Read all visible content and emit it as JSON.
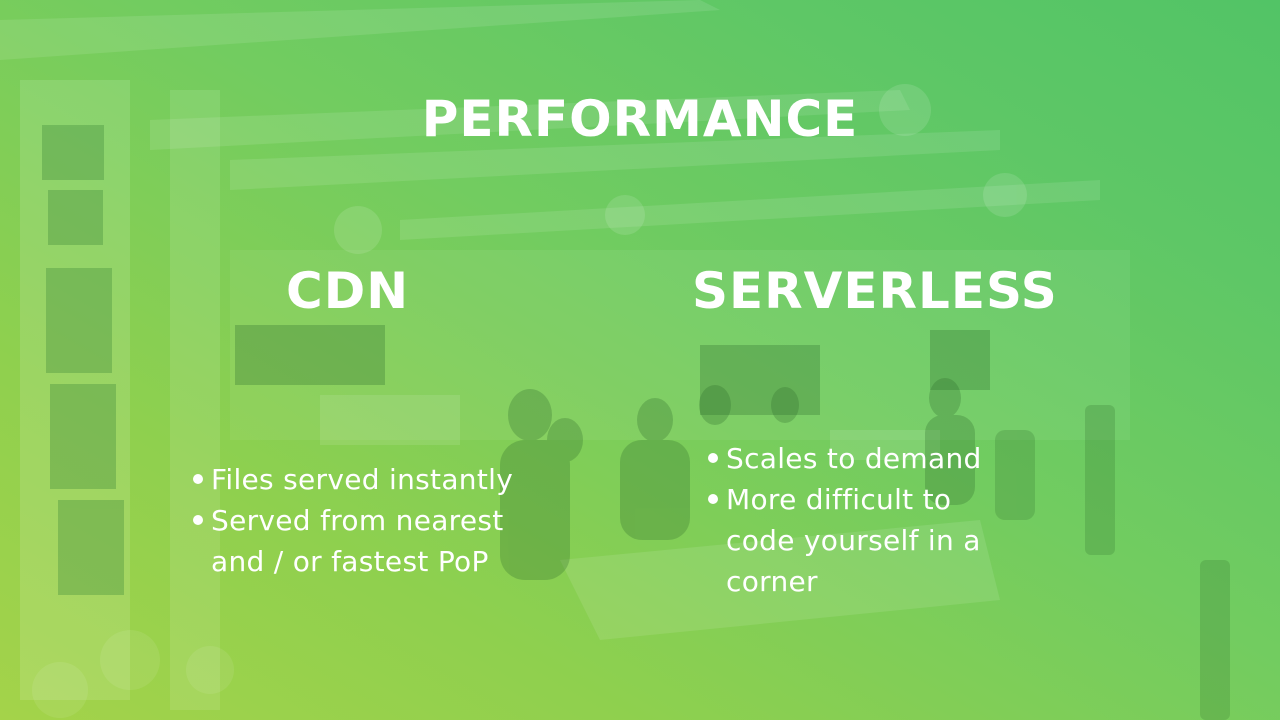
{
  "slide": {
    "title": "PERFORMANCE",
    "columns": [
      {
        "heading": "CDN",
        "bullets": [
          "Files served instantly",
          "Served from nearest and / or fastest PoP"
        ]
      },
      {
        "heading": "SERVERLESS",
        "bullets": [
          "Scales to demand",
          "More difficult to code yourself in a corner"
        ]
      }
    ]
  },
  "colors": {
    "gradient_start": "#a4d34a",
    "gradient_end": "#52c466",
    "text": "#ffffff"
  }
}
